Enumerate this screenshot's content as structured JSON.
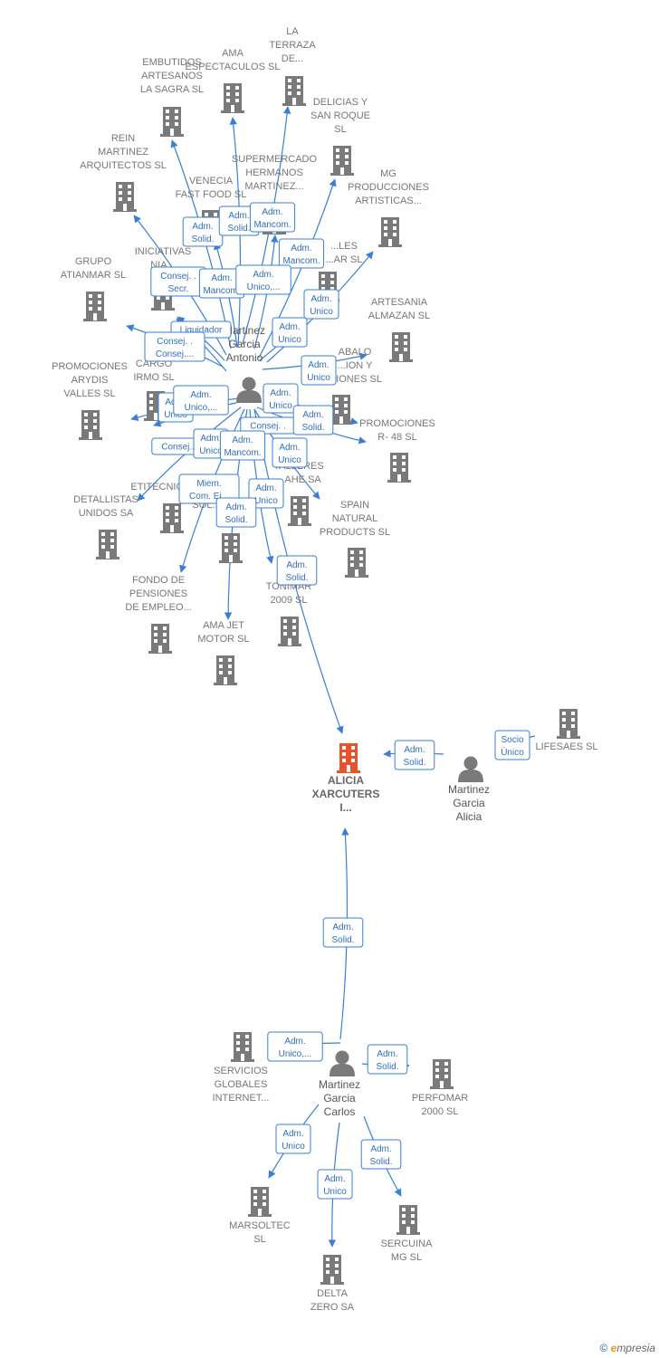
{
  "colors": {
    "edge": "#3a7fd4",
    "building": "#7a7a7a",
    "focus_building": "#e8532a",
    "person": "#7a7a7a"
  },
  "footer": {
    "copyright": "©",
    "brand_e": "e",
    "brand": "mpresia"
  },
  "focus_company": {
    "lines": [
      "ALICIA",
      "XARCUTERS",
      "I..."
    ],
    "icon": "building-icon"
  },
  "persons": [
    {
      "id": "antonio",
      "lines": [
        "Martinez",
        "Garcia",
        "Antonio"
      ],
      "icon": "person-icon"
    },
    {
      "id": "alicia",
      "lines": [
        "Martinez",
        "Garcia",
        "Alicia"
      ],
      "icon": "person-icon"
    },
    {
      "id": "carlos",
      "lines": [
        "Martinez",
        "Garcia",
        "Carlos"
      ],
      "icon": "person-icon"
    }
  ],
  "companies": [
    {
      "id": "ama_espectaculos",
      "lines": [
        "AMA",
        "ESPECTACULOS SL"
      ]
    },
    {
      "id": "la_terraza",
      "lines": [
        "LA",
        "TERRAZA",
        "DE..."
      ]
    },
    {
      "id": "embutidos",
      "lines": [
        "EMBUTIDOS",
        "ARTESANOS",
        "LA SAGRA SL"
      ]
    },
    {
      "id": "delicias",
      "lines": [
        "DELICIAS Y",
        "SAN ROQUE",
        "SL"
      ]
    },
    {
      "id": "rein",
      "lines": [
        "REIN",
        "MARTINEZ",
        "ARQUITECTOS SL"
      ]
    },
    {
      "id": "supermercado",
      "lines": [
        "SUPERMERCADO",
        "HERMANOS",
        "MARTINEZ..."
      ]
    },
    {
      "id": "venecia",
      "lines": [
        "VENECIA",
        "FAST FOOD SL"
      ]
    },
    {
      "id": "mg_producciones",
      "lines": [
        "MG",
        "PRODUCCIONES",
        "ARTISTICAS..."
      ]
    },
    {
      "id": "iniciativas",
      "lines": [
        "INICIATIVAS",
        "NIA..."
      ]
    },
    {
      "id": "grupo_atianmar",
      "lines": [
        "GRUPO",
        "ATIANMAR SL"
      ]
    },
    {
      "id": "obscured_les",
      "lines": [
        "...LES",
        "...AR SL"
      ]
    },
    {
      "id": "artesania",
      "lines": [
        "ARTESANIA",
        "ALMAZAN SL"
      ]
    },
    {
      "id": "promociones_arydis",
      "lines": [
        "PROMOCIONES",
        "ARYDIS",
        "VALLES SL"
      ]
    },
    {
      "id": "cargo_irmo",
      "lines": [
        "CARGO",
        "IRMO  SL"
      ]
    },
    {
      "id": "abalo",
      "lines": [
        "ABALO",
        "...ION Y",
        "...IONES SL"
      ]
    },
    {
      "id": "promociones_r48",
      "lines": [
        "PROMOCIONES",
        "R- 48  SL"
      ]
    },
    {
      "id": "etitecnic",
      "lines": [
        "ETITECNIC..."
      ]
    },
    {
      "id": "talleres",
      "lines": [
        "TALLERES",
        "...AHE SA"
      ]
    },
    {
      "id": "detallistas",
      "lines": [
        "DETALLISTAS",
        "UNIDOS SA"
      ]
    },
    {
      "id": "sol",
      "lines": [
        "SOL..."
      ]
    },
    {
      "id": "spain_natural",
      "lines": [
        "SPAIN",
        "NATURAL",
        "PRODUCTS  SL"
      ]
    },
    {
      "id": "fondo_pensiones",
      "lines": [
        "FONDO DE",
        "PENSIONES",
        "DE EMPLEO..."
      ]
    },
    {
      "id": "tonimar",
      "lines": [
        "TONIMAR",
        "2009 SL"
      ]
    },
    {
      "id": "ama_jet",
      "lines": [
        "AMA JET",
        "MOTOR  SL"
      ]
    },
    {
      "id": "lifesaes",
      "lines": [
        "LIFESAES SL"
      ]
    },
    {
      "id": "servicios_globales",
      "lines": [
        "SERVICIOS",
        "GLOBALES",
        "INTERNET..."
      ]
    },
    {
      "id": "perfomar",
      "lines": [
        "PERFOMAR",
        "2000  SL"
      ]
    },
    {
      "id": "marsoltec",
      "lines": [
        "MARSOLTEC",
        "SL"
      ]
    },
    {
      "id": "sercuina",
      "lines": [
        "SERCUINA",
        "MG  SL"
      ]
    },
    {
      "id": "delta_zero",
      "lines": [
        "DELTA",
        "ZERO SA"
      ]
    }
  ],
  "roles": [
    {
      "id": "r1",
      "lines": [
        "Adm.",
        "Solid."
      ]
    },
    {
      "id": "r2",
      "lines": [
        "Adm.",
        "Solid."
      ]
    },
    {
      "id": "r3",
      "lines": [
        "Adm.",
        "Mancom."
      ]
    },
    {
      "id": "r4",
      "lines": [
        "Adm.",
        "Mancom."
      ]
    },
    {
      "id": "r5",
      "lines": [
        "Consej. .",
        "Secr."
      ]
    },
    {
      "id": "r6",
      "lines": [
        "Adm.",
        "Mancom."
      ]
    },
    {
      "id": "r7",
      "lines": [
        "Adm.",
        "Unico,..."
      ]
    },
    {
      "id": "r8",
      "lines": [
        "Adm.",
        "Unico"
      ]
    },
    {
      "id": "r9",
      "lines": [
        "Liquidador"
      ]
    },
    {
      "id": "r10",
      "lines": [
        "Consej. .",
        "Consej...."
      ]
    },
    {
      "id": "r11",
      "lines": [
        "Adm.",
        "Unico"
      ]
    },
    {
      "id": "r12",
      "lines": [
        "Adm.",
        "Unico"
      ]
    },
    {
      "id": "r13",
      "lines": [
        "Adm.",
        "Unico"
      ]
    },
    {
      "id": "r14",
      "lines": [
        "Adm.",
        "Unico,..."
      ]
    },
    {
      "id": "r15",
      "lines": [
        "Adm.",
        "Unico"
      ]
    },
    {
      "id": "r16",
      "lines": [
        "Consej. ."
      ]
    },
    {
      "id": "r17",
      "lines": [
        "Adm.",
        "Solid."
      ]
    },
    {
      "id": "r18",
      "lines": [
        "Consej..."
      ]
    },
    {
      "id": "r19",
      "lines": [
        "Adm.",
        "Unico"
      ]
    },
    {
      "id": "r20",
      "lines": [
        "Adm.",
        "Mancom."
      ]
    },
    {
      "id": "r21",
      "lines": [
        "Adm.",
        "Unico"
      ]
    },
    {
      "id": "r22",
      "lines": [
        "Miem.",
        "Com. Ej..."
      ]
    },
    {
      "id": "r23",
      "lines": [
        "Adm.",
        "Unico"
      ]
    },
    {
      "id": "r24",
      "lines": [
        "Adm.",
        "Solid."
      ]
    },
    {
      "id": "r25",
      "lines": [
        "Adm.",
        "Solid."
      ]
    },
    {
      "id": "r26",
      "lines": [
        "Adm.",
        "Solid."
      ]
    },
    {
      "id": "r27",
      "lines": [
        "Socio",
        "Único"
      ]
    },
    {
      "id": "r28",
      "lines": [
        "Adm.",
        "Solid."
      ]
    },
    {
      "id": "r29",
      "lines": [
        "Adm.",
        "Unico,..."
      ]
    },
    {
      "id": "r30",
      "lines": [
        "Adm.",
        "Solid."
      ]
    },
    {
      "id": "r31",
      "lines": [
        "Adm.",
        "Unico"
      ]
    },
    {
      "id": "r32",
      "lines": [
        "Adm.",
        "Solid."
      ]
    },
    {
      "id": "r33",
      "lines": [
        "Adm.",
        "Unico"
      ]
    }
  ]
}
